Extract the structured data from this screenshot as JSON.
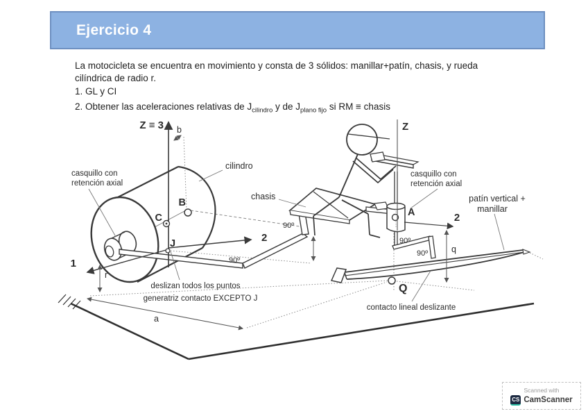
{
  "header": {
    "title": "Ejercicio 4"
  },
  "problem": {
    "intro_line1": "La motocicleta se encuentra en movimiento y consta de 3 sólidos: manillar+patín, chasis, y rueda",
    "intro_line2": "cilíndrica de radio r.",
    "item1": "1. GL y CI",
    "item2_prefix": "2. Obtener las aceleraciones relativas de J",
    "item2_sub1": "cilindro",
    "item2_mid": " y de J",
    "item2_sub2": "plano fijo",
    "item2_suffix": " si RM ≡ chasis"
  },
  "diagram": {
    "labels": {
      "z3_axis": "Z ≡ 3",
      "b_dim": "b",
      "cilindro": "cilindro",
      "casquillo_left_1": "casquillo con",
      "casquillo_left_2": "retención axial",
      "point_b": "B",
      "point_c": "C",
      "point_j": "J",
      "axis_1": "1",
      "r_left": "r",
      "deslizan_1": "deslizan todos los puntos",
      "deslizan_2": "generatriz contacto EXCEPTO J",
      "a_dim": "a",
      "angle_joint": "90º",
      "angle_post": "90º",
      "axis_2_left": "2",
      "chasis": "chasis",
      "z_right": "Z",
      "casquillo_right_1": "casquillo con",
      "casquillo_right_2": "retención axial",
      "point_a": "A",
      "patin_1": "patín vertical +",
      "patin_2": "manillar",
      "axis_2_right": "2",
      "q_dim": "q",
      "angle_column": "90º",
      "angle_bracket": "90º",
      "point_q": "Q",
      "contacto": "contacto lineal deslizante"
    }
  },
  "watermark": {
    "line1": "Scanned with",
    "logo": "CS",
    "brand": "CamScanner"
  },
  "colors": {
    "header_bg": "#8db2e2",
    "header_border": "#6d8fc0",
    "ink": "#3a3a3a",
    "thin_line": "#888888"
  }
}
